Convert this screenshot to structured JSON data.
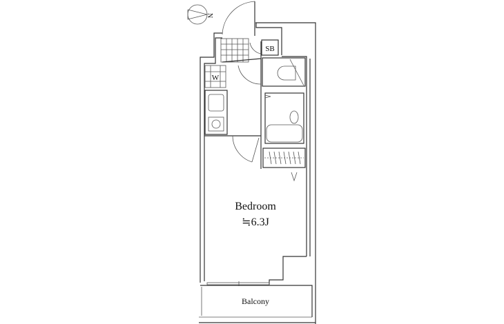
{
  "compass": {
    "north_label": "N"
  },
  "rooms": {
    "shoe_box": "SB",
    "washer": "W",
    "bedroom": {
      "name": "Bedroom",
      "area": "≒6.3J"
    },
    "balcony": "Balcony"
  }
}
